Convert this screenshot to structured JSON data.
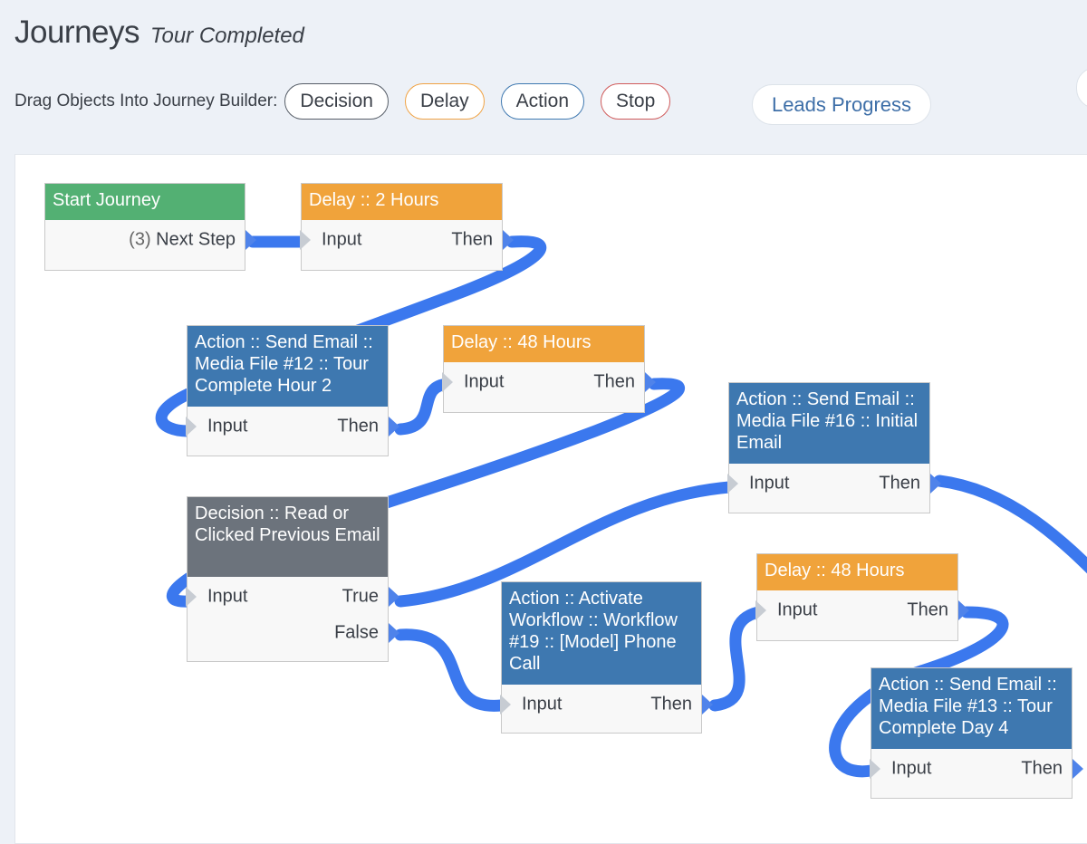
{
  "header": {
    "title": "Journeys",
    "subtitle": "Tour Completed"
  },
  "toolbar": {
    "drag_label": "Drag Objects Into Journey Builder:",
    "chips": [
      "Decision",
      "Delay",
      "Action",
      "Stop"
    ],
    "leads_progress": "Leads Progress"
  },
  "colors": {
    "wire": "#3b78ee",
    "start": "#53b073",
    "delay": "#f0a33b",
    "action": "#3e78b0",
    "decision": "#6c737c"
  },
  "nodes": {
    "start": {
      "title": "Start Journey",
      "count": "(3)",
      "next": "Next Step"
    },
    "delay1": {
      "title": "Delay :: 2 Hours",
      "input": "Input",
      "then": "Then"
    },
    "action1": {
      "title": "Action :: Send Email :: Media File #12 :: Tour Complete Hour 2",
      "input": "Input",
      "then": "Then"
    },
    "delay2": {
      "title": "Delay :: 48 Hours",
      "input": "Input",
      "then": "Then"
    },
    "action2": {
      "title": "Action :: Send Email :: Media File #16 :: Initial Email",
      "input": "Input",
      "then": "Then"
    },
    "decision1": {
      "title": "Decision :: Read or Clicked Previous Email",
      "input": "Input",
      "true": "True",
      "false": "False"
    },
    "action3": {
      "title": "Action :: Activate Workflow :: Workflow #19 :: [Model] Phone Call",
      "input": "Input",
      "then": "Then"
    },
    "delay3": {
      "title": "Delay :: 48 Hours",
      "input": "Input",
      "then": "Then"
    },
    "action4": {
      "title": "Action :: Send Email :: Media File #13 :: Tour Complete Day 4",
      "input": "Input",
      "then": "Then"
    }
  }
}
